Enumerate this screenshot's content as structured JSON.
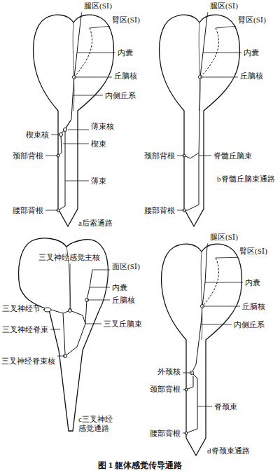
{
  "diagram": {
    "caption": "图 1 躯体感觉传导通路",
    "labels": [
      "腿区(SⅠ)",
      "臂区(SⅠ)",
      "内囊",
      "丘脑核",
      "内侧丘系",
      "楔束核",
      "薄束核",
      "楔束",
      "颈部背根",
      "薄束",
      "腰部背根",
      "a后索通路",
      "腿区(SⅠ)",
      "臂区(SⅠ)",
      "内囊",
      "丘脑核",
      "颈部背根",
      "脊髓丘脑束",
      "腰部背根",
      "b脊髓丘脑束通路",
      "三叉神经感觉主核",
      "面区(SⅠ)",
      "内囊",
      "三叉神经节",
      "丘脑核",
      "三叉神经脊束",
      "三叉丘脑束",
      "三叉神经脊束核",
      "c三叉神经感觉通路",
      "腿区(SⅠ)",
      "臂区(SⅠ)",
      "内囊",
      "丘脑核",
      "内侧丘系",
      "外颈核",
      "颈部背根",
      "脊颈束",
      "腰部背根",
      "d脊颈束通路"
    ]
  }
}
